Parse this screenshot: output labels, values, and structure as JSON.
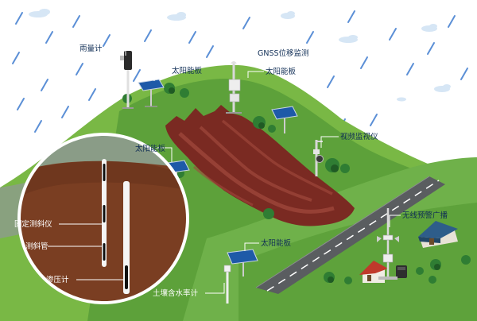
{
  "labels": {
    "rain_gauge": "雨量计",
    "solar_panel_top": "太阳能板",
    "gnss": "GNSS位移监测",
    "solar_panel_gnss": "太阳能板",
    "video": "视频监视仪",
    "solar_panel_left": "太阳能板",
    "solar_panel_bottom": "太阳能板",
    "broadcast": "无线预警广播",
    "soil_moisture": "土壤含水率计"
  },
  "inset": {
    "fixed_inclinometer": "固定测斜仪",
    "inclinometer_tube": "测斜管",
    "piezometer": "渗压计"
  },
  "colors": {
    "rain": "#5b8fd6",
    "label_text": "#0f2d55",
    "landslide": "#7a2a22",
    "hill_light": "#79b845",
    "hill_dark": "#4f8f2f",
    "road": "#5a5d60",
    "soil": "#7a3e22"
  }
}
